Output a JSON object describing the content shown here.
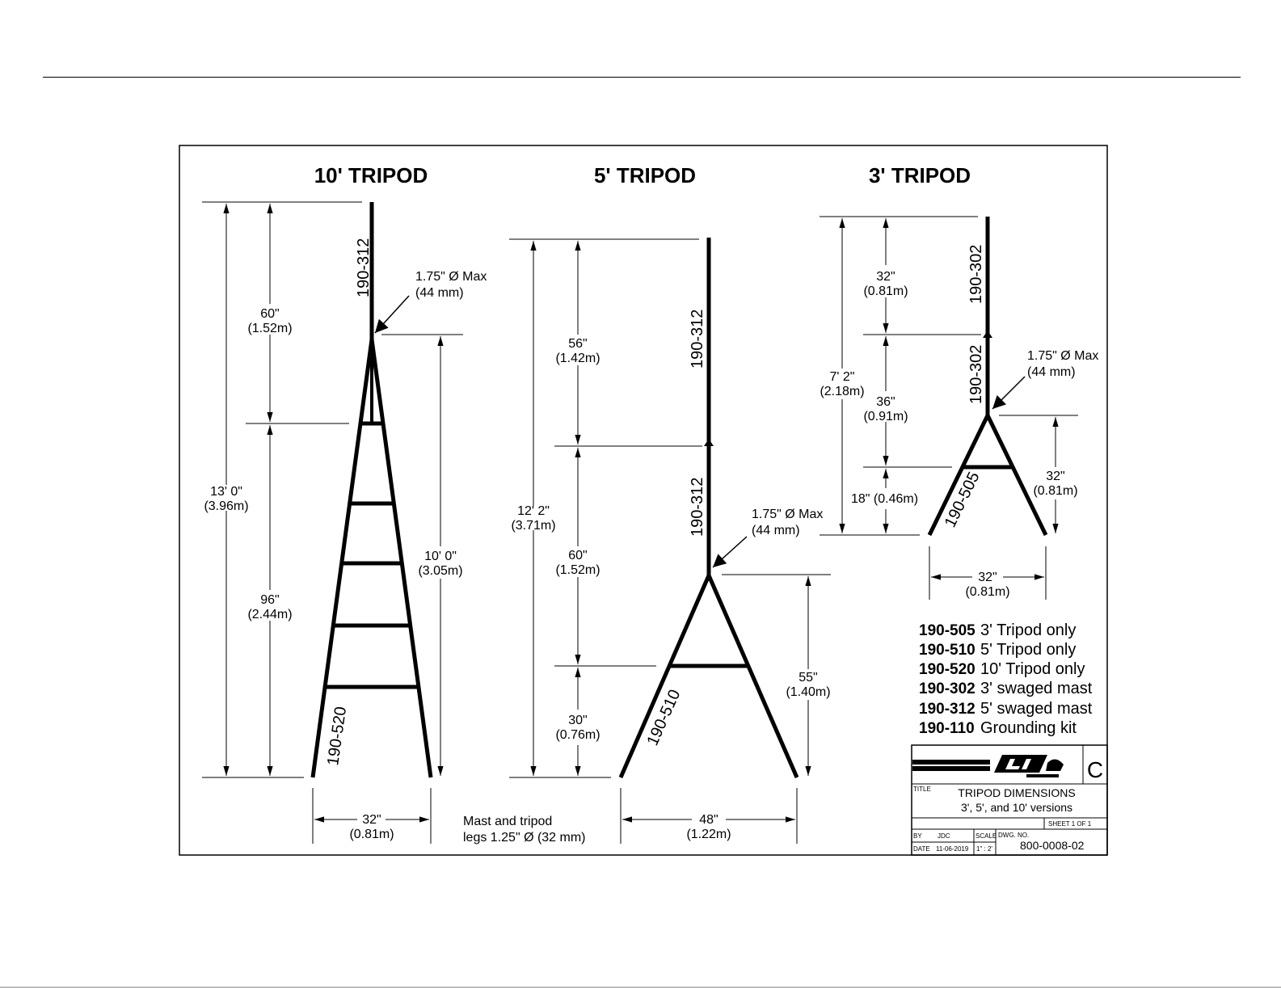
{
  "titles": {
    "tripod10": "10' TRIPOD",
    "tripod5": "5' TRIPOD",
    "tripod3": "3' TRIPOD"
  },
  "tripod10": {
    "mast_part": "190-312",
    "leg_part": "190-520",
    "max_dia": "1.75\" Ø Max",
    "max_dia_mm": "(44 mm)",
    "dim_60": "60\"",
    "dim_60_m": "(1.52m)",
    "dim_96": "96\"",
    "dim_96_m": "(2.44m)",
    "dim_total": "13' 0\"",
    "dim_total_m": "(3.96m)",
    "dim_tripod": "10' 0\"",
    "dim_tripod_m": "(3.05m)",
    "dim_base": "32\"",
    "dim_base_m": "(0.81m)"
  },
  "note": {
    "line1": "Mast and tripod",
    "line2": "legs 1.25\" Ø (32 mm)"
  },
  "tripod5": {
    "mast_upper_part": "190-312",
    "mast_lower_part": "190-312",
    "leg_part": "190-510",
    "max_dia": "1.75\" Ø Max",
    "max_dia_mm": "(44 mm)",
    "dim_56": "56\"",
    "dim_56_m": "(1.42m)",
    "dim_60": "60\"",
    "dim_60_m": "(1.52m)",
    "dim_30": "30\"",
    "dim_30_m": "(0.76m)",
    "dim_total": "12' 2\"",
    "dim_total_m": "(3.71m)",
    "dim_55": "55\"",
    "dim_55_m": "(1.40m)",
    "dim_base": "48\"",
    "dim_base_m": "(1.22m)"
  },
  "tripod3": {
    "mast_upper_part": "190-302",
    "mast_lower_part": "190-302",
    "leg_part": "190-505",
    "max_dia": "1.75\" Ø Max",
    "max_dia_mm": "(44 mm)",
    "dim_32a": "32\"",
    "dim_32a_m": "(0.81m)",
    "dim_36": "36\"",
    "dim_36_m": "(0.91m)",
    "dim_18": "18\" (0.46m)",
    "dim_total": "7' 2\"",
    "dim_total_m": "(2.18m)",
    "dim_32b": "32\"",
    "dim_32b_m": "(0.81m)",
    "dim_base": "32\"",
    "dim_base_m": "(0.81m)"
  },
  "parts_list": [
    {
      "code": "190-505",
      "desc": "3' Tripod only"
    },
    {
      "code": "190-510",
      "desc": "5' Tripod only"
    },
    {
      "code": "190-520",
      "desc": "10' Tripod only"
    },
    {
      "code": "190-302",
      "desc": "3' swaged mast"
    },
    {
      "code": "190-312",
      "desc": "5' swaged mast"
    },
    {
      "code": "190-110",
      "desc": "Grounding kit"
    }
  ],
  "title_block": {
    "revision": "C",
    "title_label": "TITLE",
    "title_line1": "TRIPOD DIMENSIONS",
    "title_line2": "3', 5', and 10' versions",
    "sheet": "SHEET 1  OF  1",
    "by_label": "BY",
    "by_value": "JDC",
    "date_label": "DATE",
    "date_value": "11-06-2019",
    "scale_label": "SCALE",
    "scale_value": "1\" : 2'",
    "dwg_label": "DWG. NO.",
    "dwg_value": "800-0008-02"
  }
}
